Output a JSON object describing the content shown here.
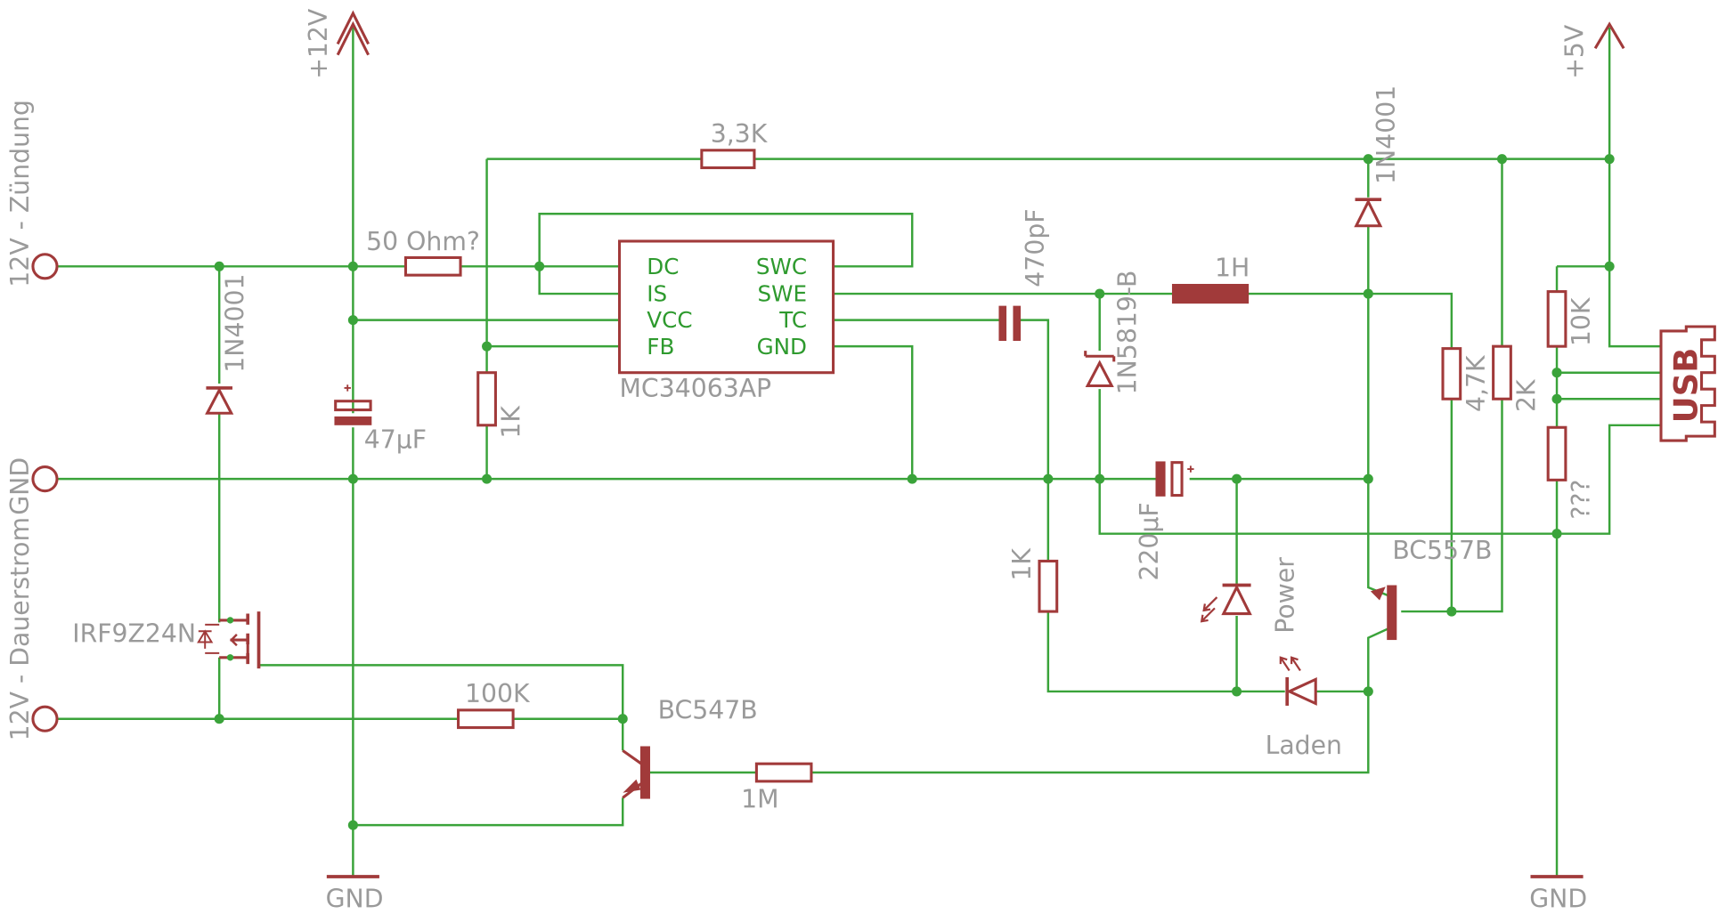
{
  "inputs": {
    "ignition": "12V - Zündung",
    "gnd": "GND",
    "permanent": "12V - Dauerstrom"
  },
  "rails": {
    "plus12": "+12V",
    "plus5": "+5V",
    "gnd_left": "GND",
    "gnd_right": "GND"
  },
  "ic": {
    "name": "MC34063AP",
    "pins_left": [
      "DC",
      "IS",
      "VCC",
      "FB"
    ],
    "pins_right": [
      "SWC",
      "SWE",
      "TC",
      "GND"
    ]
  },
  "components": {
    "r_33k": "3,3K",
    "r_50": "50 Ohm?",
    "c_47u": "47µF",
    "r_1k_fb": "1K",
    "c_470p": "470pF",
    "l_1h": "1H",
    "d_schottky": "1N5819-B",
    "c_220u": "220µF",
    "r_1k_led": "1K",
    "led_power": "Power",
    "led_laden": "Laden",
    "d_1n4001_left": "1N4001",
    "d_1n4001_right": "1N4001",
    "mosfet": "IRF9Z24N",
    "r_100k": "100K",
    "q_bc547": "BC547B",
    "r_1m": "1M",
    "q_bc557": "BC557B",
    "r_47k": "4,7K",
    "r_2k": "2K",
    "r_10k": "10K",
    "r_unknown": "???",
    "usb": "USB"
  },
  "colors": {
    "wire": "#3aa33a",
    "component": "#a13a3a",
    "label": "#9a9a9a",
    "pin_label": "#2e9a2e"
  }
}
